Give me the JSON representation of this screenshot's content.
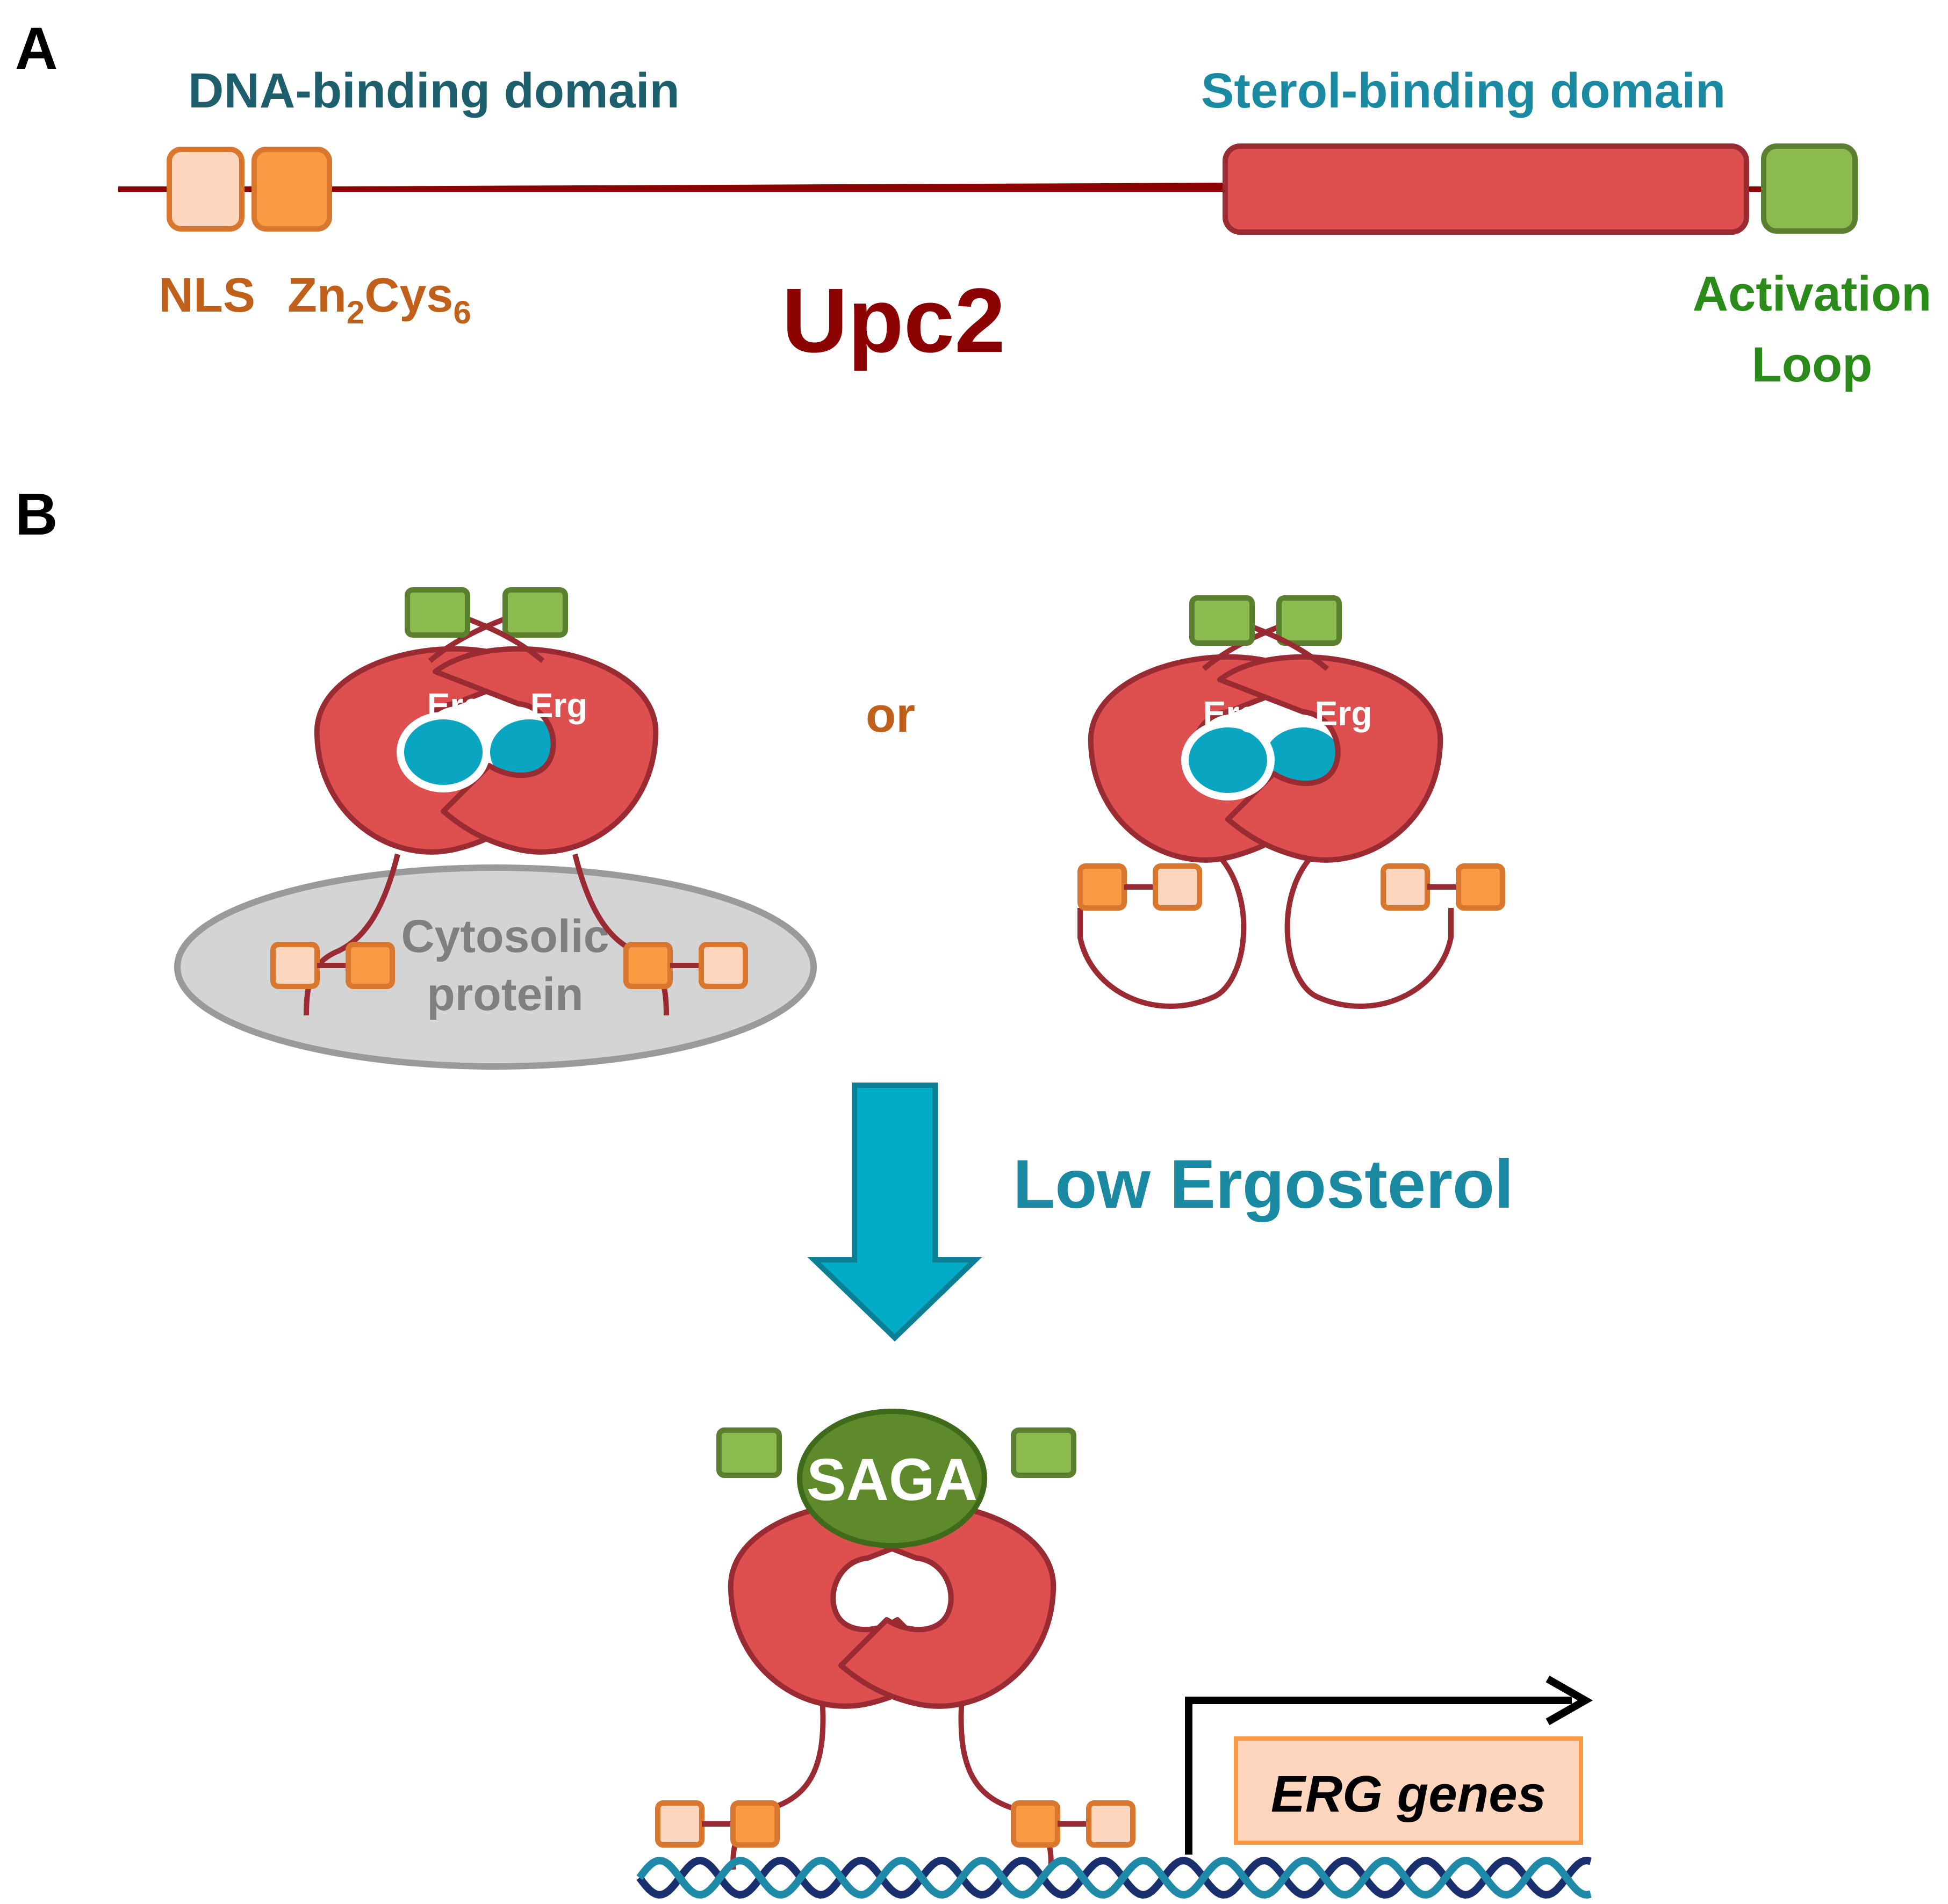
{
  "panel_a": {
    "letter": "A",
    "dna_binding_title": "DNA-binding domain",
    "sterol_binding_title": "Sterol-binding domain",
    "nls_label": "NLS",
    "zn_label_parts": {
      "zn": "Zn",
      "sub1": "2",
      "cys": "Cys",
      "sub2": "6"
    },
    "protein_name": "Upc2",
    "activation_line1": "Activation",
    "activation_line2": "Loop"
  },
  "panel_b": {
    "letter": "B",
    "erg_label": "Erg",
    "or_label": "or",
    "cytosolic_line1": "Cytosolic",
    "cytosolic_line2": "protein",
    "low_ergosterol": "Low Ergosterol",
    "saga_label": "SAGA",
    "erg_genes": "ERG genes"
  },
  "colors": {
    "backbone": "#8b0000",
    "nls_fill": "#fdd6bd",
    "zn_fill": "#fb9a42",
    "box_stroke": "#d9772e",
    "sterol_fill": "#de5050",
    "sterol_stroke": "#9a2b32",
    "activation_fill": "#8bbb4f",
    "activation_stroke": "#5a7f2e",
    "erg_fill": "#0aa5c0",
    "cyto_fill": "#d4d4d4",
    "cyto_stroke": "#9a9a9a",
    "arrow_fill": "#03acc6",
    "arrow_stroke": "#0a7f95",
    "saga_fill": "#5f8a2c",
    "genes_fill": "#fdd6bd",
    "title_dna": "#1e5f6e",
    "title_sterol": "#1a8aa3",
    "label_orange": "#c0601a",
    "label_green": "#2a8a1a",
    "dna_dark": "#1a2f6e",
    "dna_teal": "#1f8aa8"
  }
}
